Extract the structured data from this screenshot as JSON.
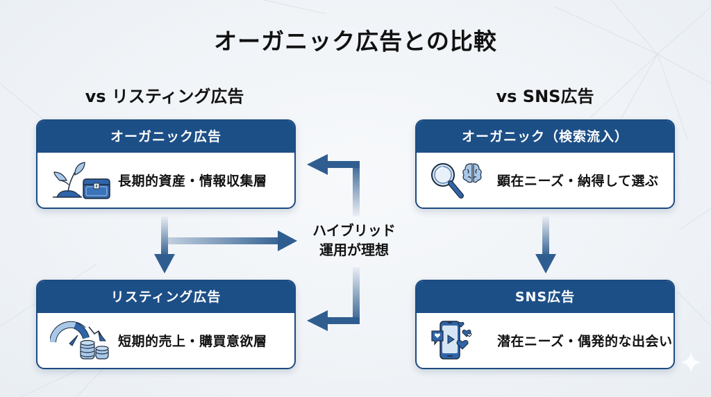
{
  "title": "オーガニック広告との比較",
  "sections": {
    "left": {
      "heading": "vs リスティング広告",
      "top_card": {
        "header": "オーガニック広告",
        "text": "長期的資産・情報収集層",
        "icon": "plant-and-treasure-chest-icon"
      },
      "bottom_card": {
        "header": "リスティング広告",
        "text": "短期的売上・購買意欲層",
        "icon": "speedometer-and-coins-icon"
      }
    },
    "right": {
      "heading": "vs SNS広告",
      "top_card": {
        "header": "オーガニック（検索流入）",
        "text": "顕在ニーズ・納得して選ぶ",
        "icon": "magnifier-and-brain-icon"
      },
      "bottom_card": {
        "header": "SNS広告",
        "text": "潜在ニーズ・偶発的な出会い",
        "icon": "smartphone-video-hearts-icon"
      }
    }
  },
  "hybrid_note": {
    "line1": "ハイブリッド",
    "line2": "運用が理想"
  },
  "colors": {
    "card_header": "#1d4f87",
    "card_border": "#1c4a80",
    "arrow": "#2f5d8f",
    "icon_light": "#a9c8e8",
    "icon_dark": "#2f64a8"
  }
}
